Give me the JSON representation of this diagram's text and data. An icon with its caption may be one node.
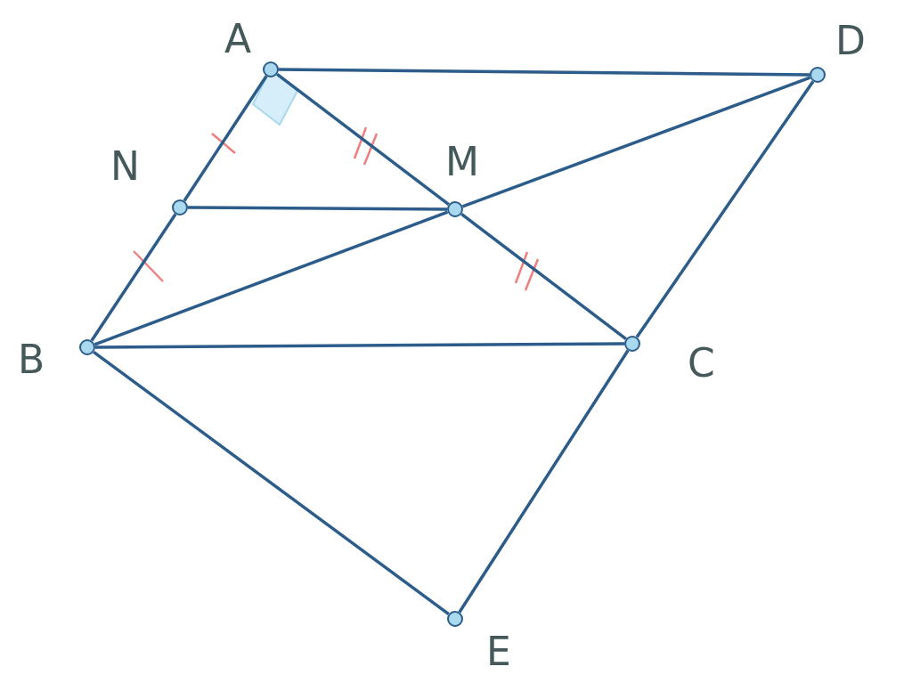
{
  "diagram": {
    "nodes": [
      {
        "text": [
          "A"
        ]
      },
      {
        "text": [
          "D"
        ]
      },
      {
        "text": [
          "N"
        ]
      },
      {
        "text": [
          "M"
        ]
      },
      {
        "text": [
          "B"
        ]
      },
      {
        "text": [
          "C"
        ]
      },
      {
        "text": [
          "E"
        ]
      }
    ],
    "edges": [
      {
        "from": 0,
        "to": 1,
        "arrow": "none"
      },
      {
        "from": 0,
        "to": 2,
        "arrow": "none"
      },
      {
        "from": 2,
        "to": 4,
        "arrow": "none"
      },
      {
        "from": 0,
        "to": 3,
        "arrow": "none"
      },
      {
        "from": 3,
        "to": 5,
        "arrow": "none"
      },
      {
        "from": 2,
        "to": 3,
        "arrow": "none"
      },
      {
        "from": 4,
        "to": 3,
        "arrow": "none"
      },
      {
        "from": 3,
        "to": 1,
        "arrow": "none"
      },
      {
        "from": 4,
        "to": 5,
        "arrow": "none"
      },
      {
        "from": 1,
        "to": 5,
        "arrow": "none"
      },
      {
        "from": 4,
        "to": 6,
        "arrow": "none"
      },
      {
        "from": 5,
        "to": 6,
        "arrow": "none"
      }
    ]
  }
}
